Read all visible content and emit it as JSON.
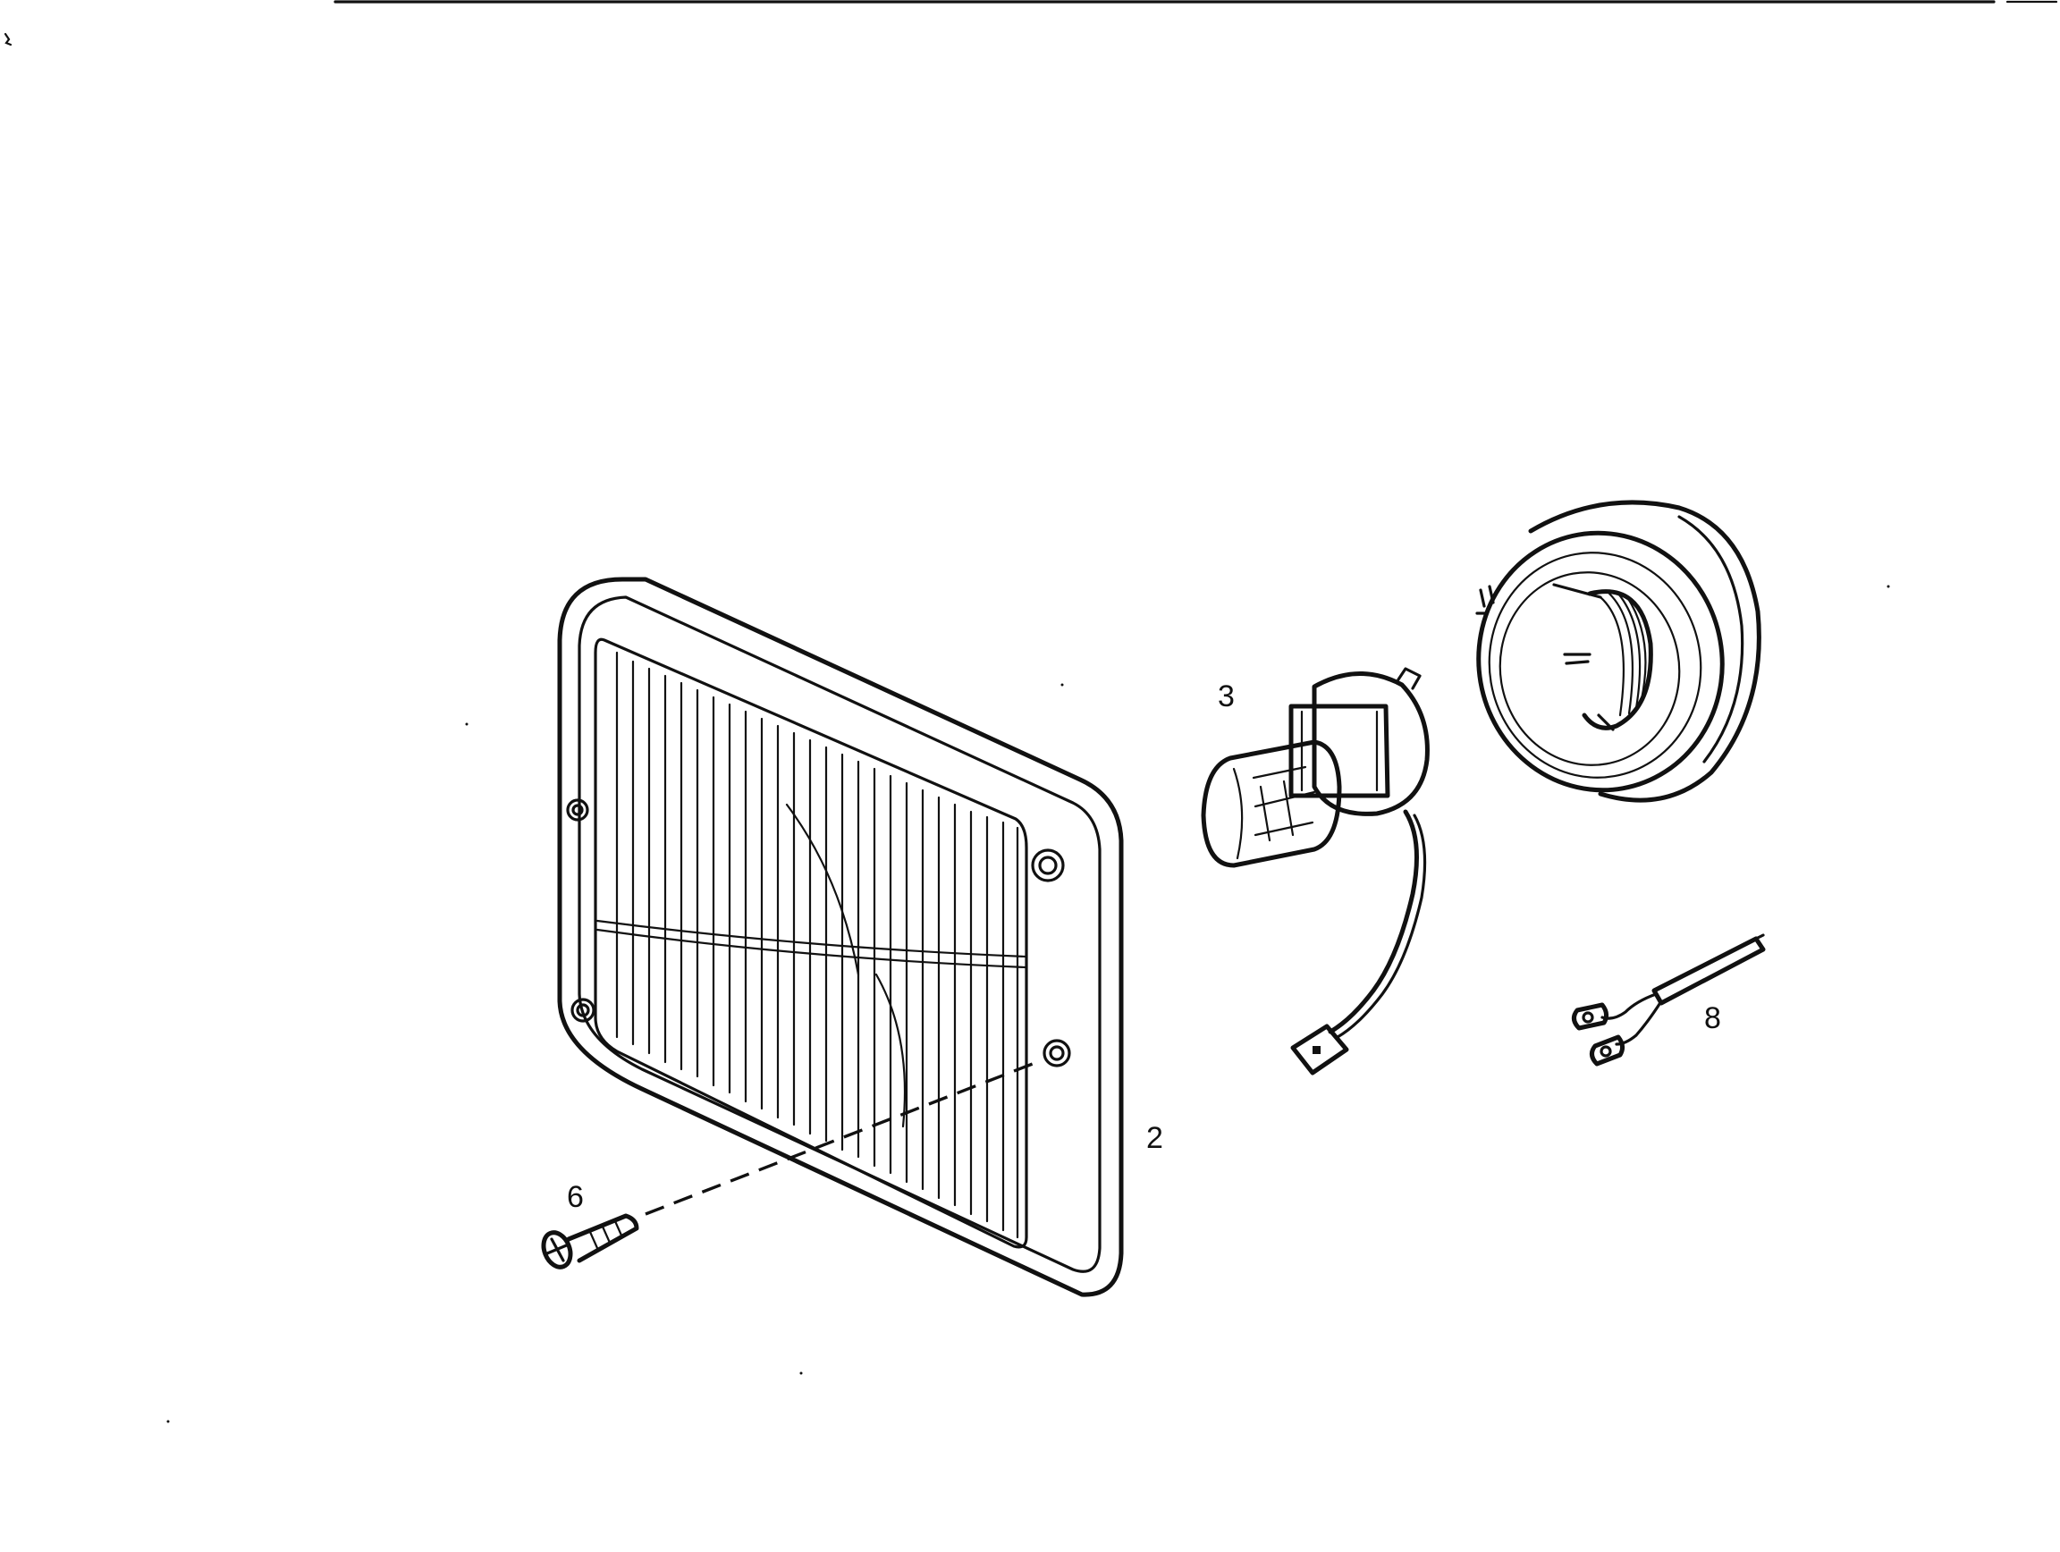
{
  "diagram": {
    "parts": [
      {
        "id": "headlamp",
        "callout": "2"
      },
      {
        "id": "bulb",
        "callout": "3"
      },
      {
        "id": "bulb-holder"
      },
      {
        "id": "screw",
        "callout": "6"
      },
      {
        "id": "wire-lead",
        "callout": "8"
      }
    ]
  },
  "colors": {
    "ink": "#111111",
    "paper": "#ffffff"
  }
}
